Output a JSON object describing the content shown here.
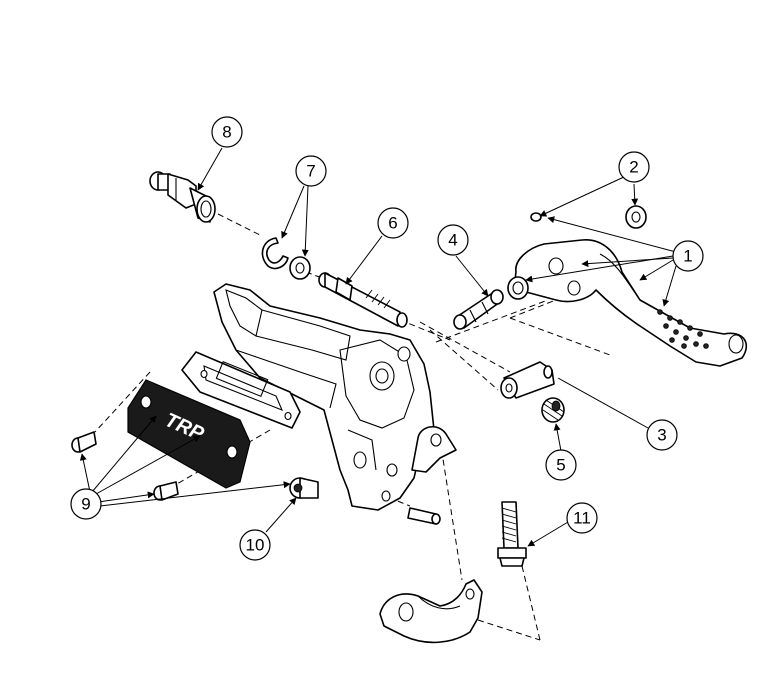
{
  "callouts": {
    "c1": "1",
    "c2": "2",
    "c3": "3",
    "c4": "4",
    "c5": "5",
    "c6": "6",
    "c7": "7",
    "c8": "8",
    "c9": "9",
    "c10": "10",
    "c11": "11"
  },
  "logo": "TRP"
}
